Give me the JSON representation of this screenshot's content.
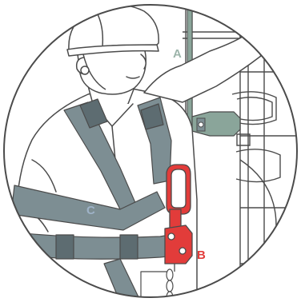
{
  "callouts": {
    "a": "A",
    "b": "B",
    "c": "C"
  },
  "colors": {
    "background": "#ffffff",
    "line_art": "#4b4b4b",
    "harness_webbing": "#7d8e93",
    "harness_dark": "#5d6c71",
    "fall_arrester_red": "#e23c3a",
    "rail_green": "#8aa59a",
    "label_a": "#9cb4aa",
    "label_b": "#e23c3a",
    "label_c": "#9fb3c8"
  },
  "icons": {
    "worker": "worker-illustration",
    "rail": "vertical-safety-rail",
    "arrester": "guided-fall-arrester",
    "harness": "full-body-harness"
  }
}
